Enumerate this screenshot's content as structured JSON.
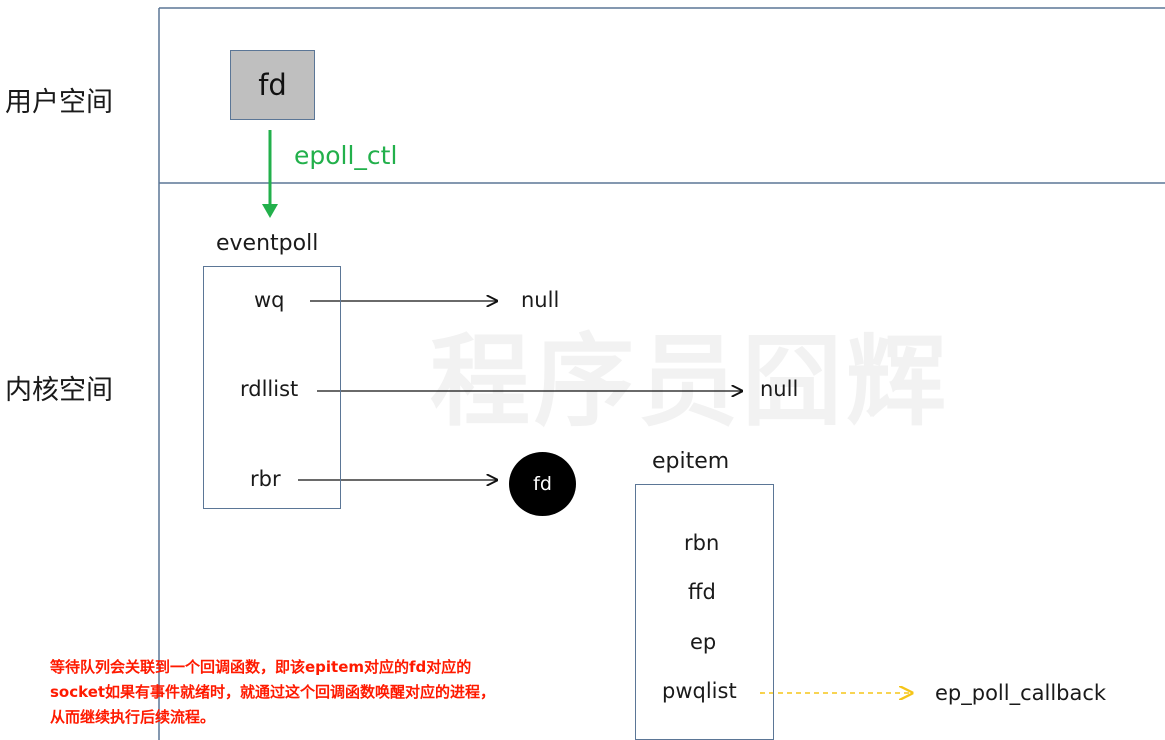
{
  "regions": {
    "user_space_label": "用户空间",
    "kernel_space_label": "内核空间"
  },
  "watermark": "程序员囧辉",
  "user_fd": "fd",
  "epoll_ctl_label": "epoll_ctl",
  "eventpoll": {
    "title": "eventpoll",
    "fields": [
      "wq",
      "rdllist",
      "rbr"
    ],
    "wq_target": "null",
    "rdllist_target": "null",
    "rbr_target": "fd"
  },
  "epitem": {
    "title": "epitem",
    "fields": [
      "rbn",
      "ffd",
      "ep",
      "pwqlist"
    ],
    "pwqlist_target": "ep_poll_callback"
  },
  "note_lines": [
    "等待队列会关联到一个回调函数，即该epitem对应的fd对应的",
    "socket如果有事件就绪时，就通过这个回调函数唤醒对应的进程，",
    "从而继续执行后续流程。"
  ],
  "colors": {
    "border": "#5b7696",
    "arrow_green": "#22b04b",
    "arrow_dashed": "#f5c518",
    "note_red": "#ff1a00",
    "fd_box_fill": "#bfbfbf"
  }
}
